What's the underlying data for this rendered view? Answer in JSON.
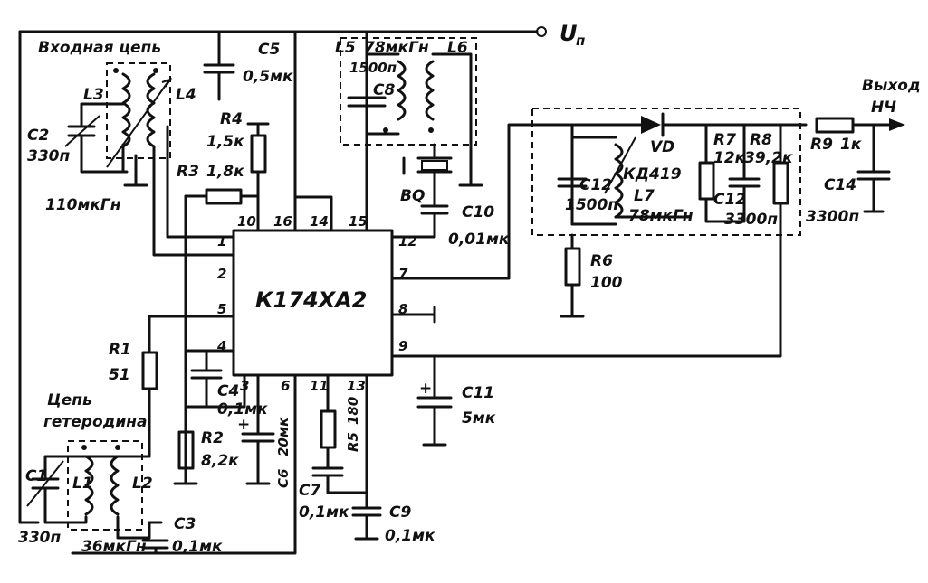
{
  "supply": "U",
  "supply_sub": "п",
  "chip": "К174ХА2",
  "pins": [
    "1",
    "2",
    "3",
    "4",
    "5",
    "6",
    "7",
    "8",
    "9",
    "10",
    "11",
    "12",
    "13",
    "14",
    "15",
    "16"
  ],
  "input_circuit": "Входная цепь",
  "oscillator": [
    "Цепь",
    "гетеродина"
  ],
  "output": [
    "Выход",
    "НЧ"
  ],
  "parts": {
    "C1": "C1",
    "C1v": "330п",
    "C2": "C2",
    "C2v": "330п",
    "C3": "C3",
    "C3v": "0,1мк",
    "C4": "C4",
    "C4v": "0,1мк",
    "C5": "C5",
    "C5v": "0,5мк",
    "C6": "C6",
    "C6v": "20мк",
    "C7": "C7",
    "C7v": "0,1мк",
    "C8": "C8",
    "C8v": "1500п",
    "C9": "C9",
    "C9v": "0,1мк",
    "C10": "C10",
    "C10v": "0,01мк",
    "C11": "C11",
    "C11v": "5мк",
    "C12a": "C12",
    "C12av": "1500п",
    "C12b": "C12",
    "C12bv": "3300п",
    "C14": "C14",
    "C14v": "3300п",
    "R1": "R1",
    "R1v": "51",
    "R2": "R2",
    "R2v": "8,2к",
    "R3": "R3",
    "R3v": "1,8к",
    "R4": "R4",
    "R4v": "1,5к",
    "R5": "R5",
    "R5v": "180",
    "R6": "R6",
    "R6v": "100",
    "R7": "R7",
    "R7v": "12к",
    "R8": "R8",
    "R8v": "39,2к",
    "R9": "R9",
    "R9v": "1к",
    "L1": "L1",
    "L1v": "36мкГн",
    "L2": "L2",
    "L3": "L3",
    "L4": "L4",
    "L4v": "110мкГн",
    "L5": "L5",
    "L5v": "78мкГн",
    "L6": "L6",
    "L7": "L7",
    "L7v": "78мкГн",
    "BQ": "BQ",
    "VD": "VD",
    "VDv": "КД419"
  }
}
